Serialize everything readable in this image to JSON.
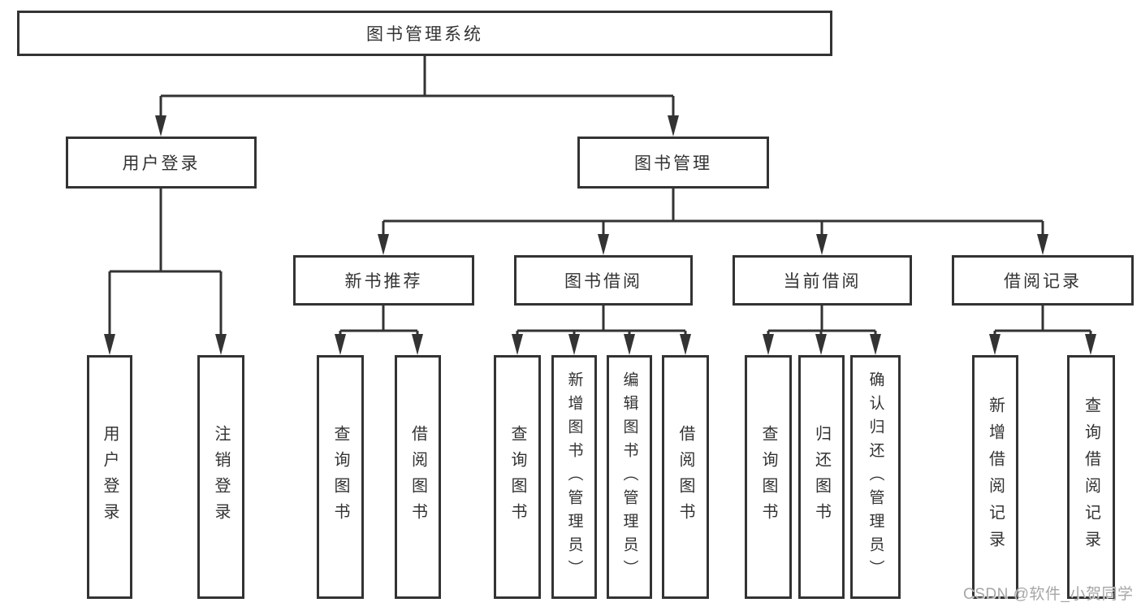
{
  "tree": {
    "label": "图书管理系统",
    "children": [
      {
        "label": "用户登录",
        "children": [
          {
            "label": "用户登录"
          },
          {
            "label": "注销登录"
          }
        ]
      },
      {
        "label": "图书管理",
        "children": [
          {
            "label": "新书推荐",
            "children": [
              {
                "label": "查询图书"
              },
              {
                "label": "借阅图书"
              }
            ]
          },
          {
            "label": "图书借阅",
            "children": [
              {
                "label": "查询图书"
              },
              {
                "label": "新增图书（管理员）"
              },
              {
                "label": "编辑图书（管理员）"
              },
              {
                "label": "借阅图书"
              }
            ]
          },
          {
            "label": "当前借阅",
            "children": [
              {
                "label": "查询图书"
              },
              {
                "label": "归还图书"
              },
              {
                "label": "确认归还（管理员）"
              }
            ]
          },
          {
            "label": "借阅记录",
            "children": [
              {
                "label": "新增借阅记录"
              },
              {
                "label": "查询借阅记录"
              }
            ]
          }
        ]
      }
    ]
  },
  "watermark": "CSDN @软件_小贺同学",
  "colors": {
    "line": "#333333",
    "box_border": "#333333",
    "box_fill": "#ffffff",
    "text": "#333333",
    "watermark": "#a6a6a6",
    "background": "#ffffff"
  }
}
